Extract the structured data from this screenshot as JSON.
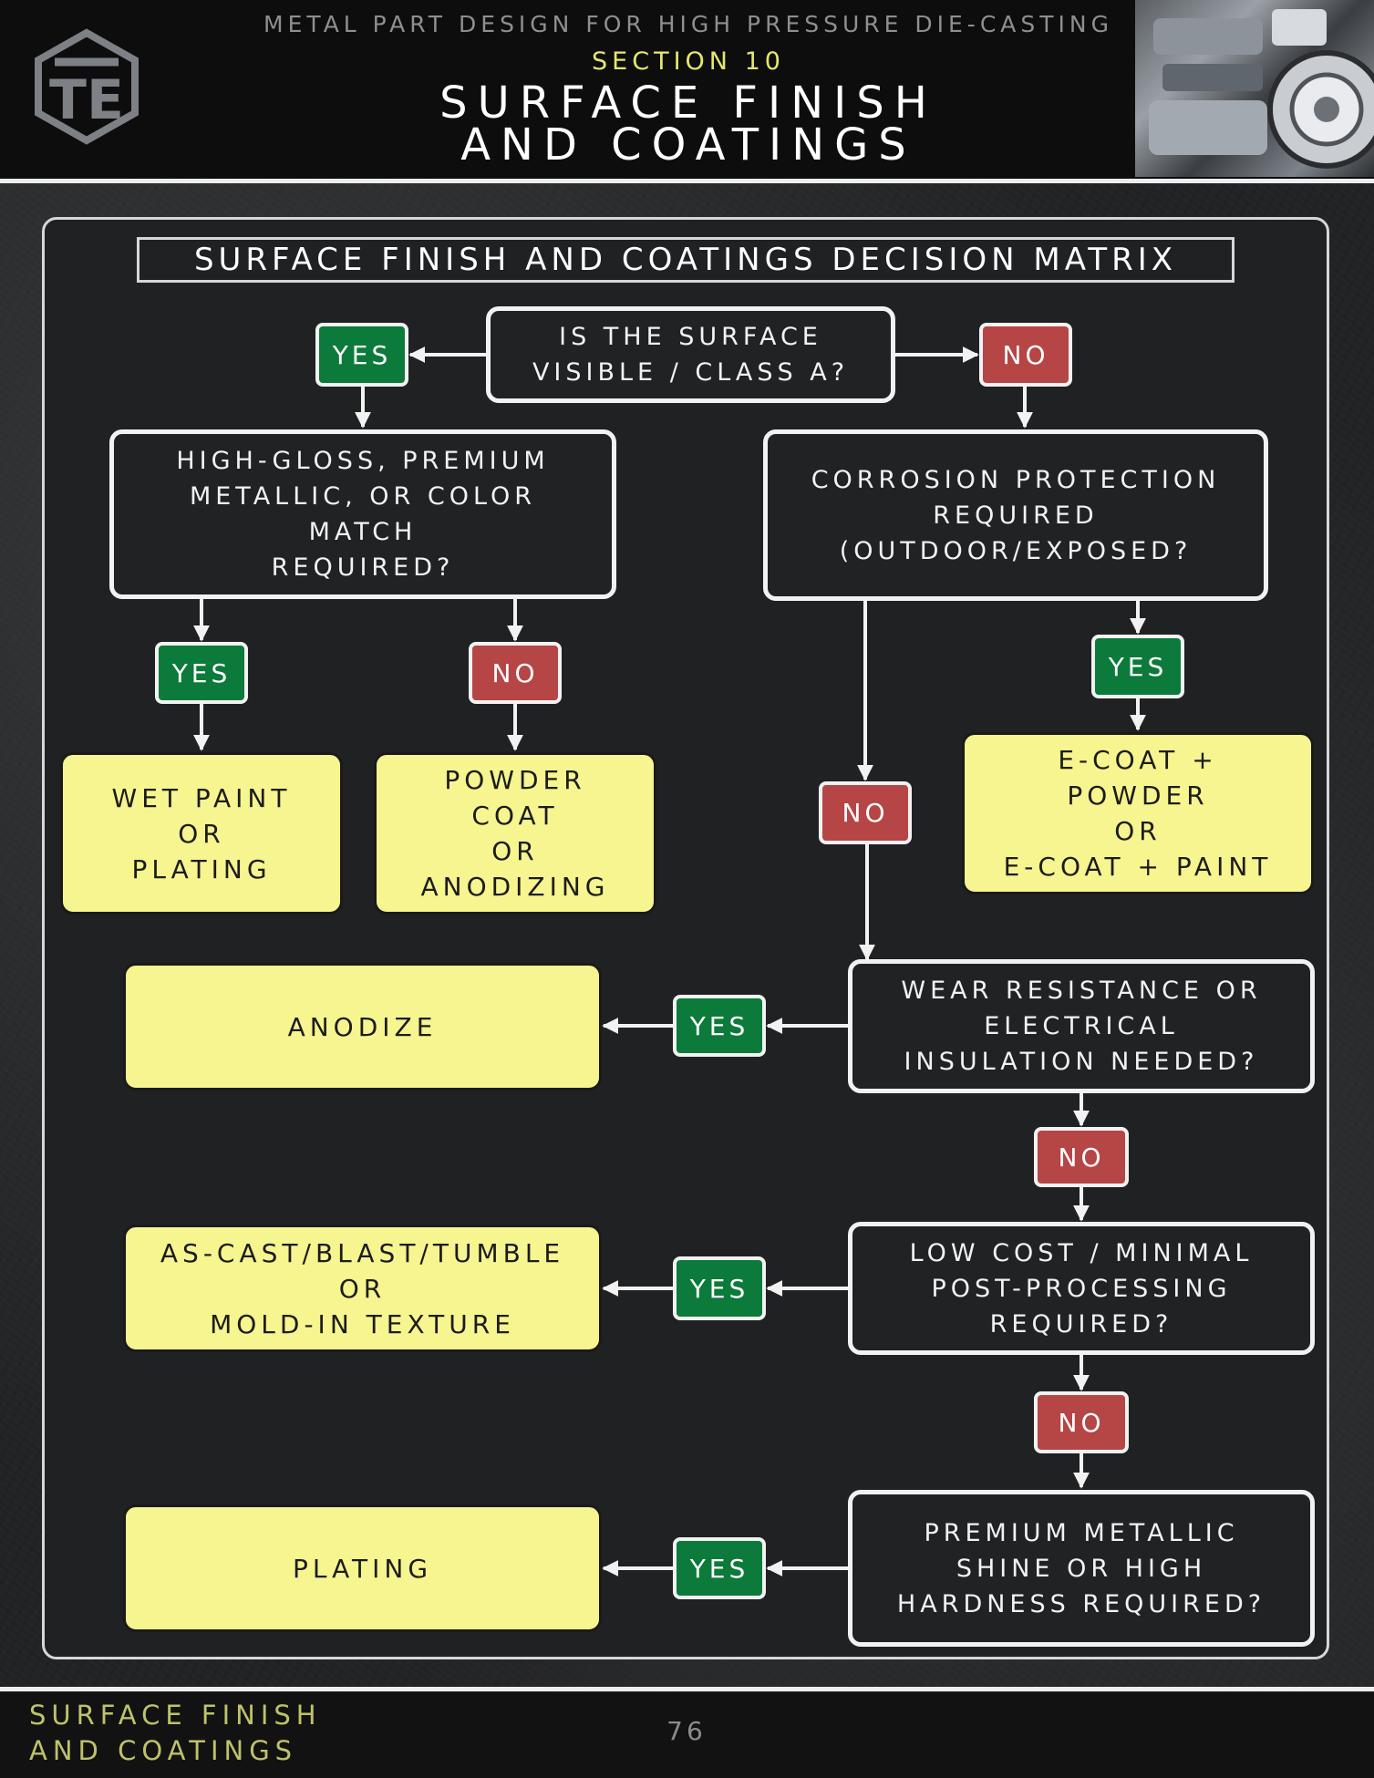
{
  "header": {
    "kicker": "METAL PART DESIGN FOR HIGH PRESSURE DIE-CASTING",
    "section": "SECTION 10",
    "title": "SURFACE FINISH\nAND COATINGS",
    "logo_text": "TE",
    "photo": "engine-chrome-image"
  },
  "diagram": {
    "title": "SURFACE FINISH AND COATINGS DECISION MATRIX",
    "questions": {
      "visible": "IS THE SURFACE\nVISIBLE / CLASS A?",
      "gloss": "HIGH-GLOSS, PREMIUM\nMETALLIC, OR COLOR\nMATCH\nREQUIRED?",
      "corrosion": "CORROSION PROTECTION\nREQUIRED\n(OUTDOOR/EXPOSED?",
      "wear": "WEAR RESISTANCE OR\nELECTRICAL\nINSULATION NEEDED?",
      "lowcost": "LOW COST / MINIMAL\nPOST-PROCESSING\nREQUIRED?",
      "premium": "PREMIUM METALLIC\nSHINE OR HIGH\nHARDNESS REQUIRED?"
    },
    "results": {
      "wetpaint": "WET PAINT\nOR\nPLATING",
      "powder": "POWDER\nCOAT\nOR\nANODIZING",
      "ecoat": "E-COAT +\nPOWDER\nOR\nE-COAT + PAINT",
      "anodize": "ANODIZE",
      "ascast": "AS-CAST/BLAST/TUMBLE\nOR\nMOLD-IN TEXTURE",
      "plating": "PLATING"
    },
    "yes_label": "YES",
    "no_label": "NO",
    "colors": {
      "yes": "#0c7a3a",
      "no": "#b64545",
      "result_fill": "#f6f58f",
      "question_fill": "#202224",
      "line": "#f2f2f2"
    }
  },
  "footer": {
    "title": "SURFACE FINISH\nAND COATINGS",
    "page": "76"
  }
}
